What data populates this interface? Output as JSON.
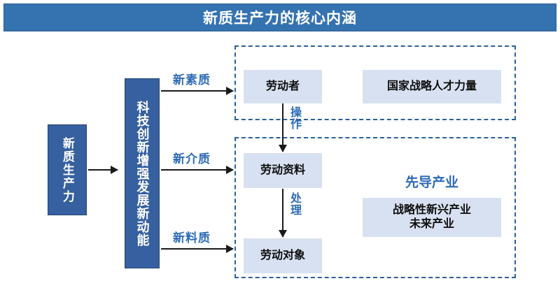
{
  "header": {
    "title": "新质生产力的核心内涵",
    "background_color": "#3572b0",
    "text_color": "#ffffff"
  },
  "colors": {
    "banner_blue": "#3572b0",
    "column_blue": "#36609f",
    "light_box": "#d8e1f1",
    "accent_blue": "#2f6bb5",
    "dashed_border": "#2c5f9e",
    "arrow_black": "#1a1a1a"
  },
  "columns": {
    "core": {
      "label": "新质生产力"
    },
    "driver": {
      "label": "科技创新增强发展新动能"
    }
  },
  "connectors": {
    "core_to_driver": "arrow-right-icon",
    "new_quality": {
      "label": "新素质",
      "icon": "arrow-right-icon"
    },
    "new_medium": {
      "label": "新介质",
      "icon": "arrow-right-icon"
    },
    "new_material": {
      "label": "新料质",
      "icon": "arrow-right-icon"
    },
    "operate": {
      "label": "操作",
      "icon": "arrow-down-icon"
    },
    "process": {
      "label": "处理",
      "icon": "arrow-down-icon"
    }
  },
  "groups": {
    "upper": {
      "items": [
        {
          "label": "劳动者"
        },
        {
          "label": "国家战略人才力量"
        }
      ]
    },
    "lower": {
      "items": [
        {
          "label": "劳动资料"
        },
        {
          "label": "劳动对象"
        }
      ],
      "pilot": {
        "heading": "先导产业",
        "box_label": "战略性新兴产业\n未来产业",
        "box_line1": "战略性新兴产业",
        "box_line2": "未来产业"
      }
    }
  }
}
